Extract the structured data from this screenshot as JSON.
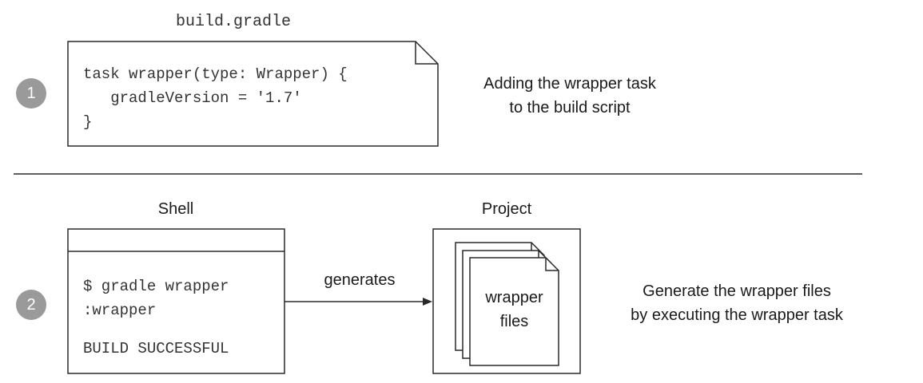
{
  "step1": {
    "number": "1",
    "file_label": "build.gradle",
    "code_lines": [
      "task wrapper(type: Wrapper) {",
      "   gradleVersion = '1.7'",
      "}"
    ],
    "caption_lines": [
      "Adding the wrapper task",
      "to the build script"
    ]
  },
  "step2": {
    "number": "2",
    "shell_title": "Shell",
    "shell_lines": [
      "$ gradle wrapper",
      ":wrapper",
      "",
      "BUILD SUCCESSFUL"
    ],
    "arrow_label": "generates",
    "project_title": "Project",
    "files_label_lines": [
      "wrapper",
      "files"
    ],
    "caption_lines": [
      "Generate the wrapper files",
      "by executing the wrapper task"
    ]
  },
  "colors": {
    "badge": "#9a9a9a",
    "stroke": "#2a2a2a",
    "text": "#1a1a1a"
  }
}
